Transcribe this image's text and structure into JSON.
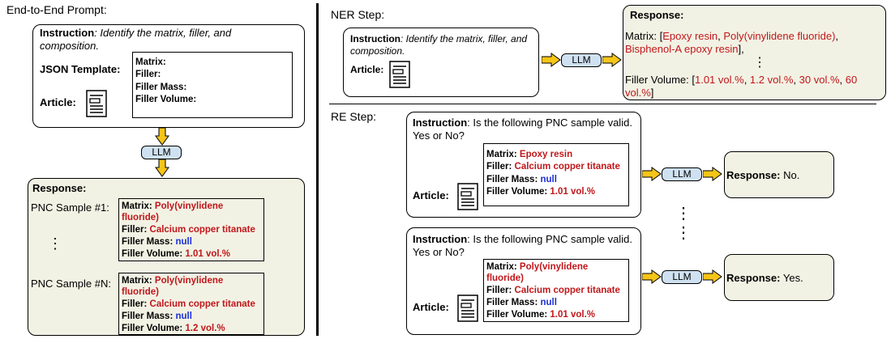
{
  "left": {
    "title": "End-to-End Prompt:",
    "instruction_label": "Instruction",
    "instruction_text": ": Identify the matrix, filler, and composition.",
    "json_template_label": "JSON Template:",
    "article_label": "Article:",
    "template_fields": [
      "Matrix:",
      "Filler:",
      "Filler Mass:",
      "Filler Volume:"
    ],
    "llm": "LLM",
    "response_label": "Response:",
    "samples": [
      {
        "label": "PNC Sample #1:",
        "matrix_key": "Matrix:",
        "matrix": "Poly(vinylidene fluoride)",
        "filler_key": "Filler:",
        "filler": "Calcium copper titanate",
        "mass_key": "Filler Mass:",
        "mass": "null",
        "volume_key": "Filler Volume:",
        "volume": "1.01 vol.%"
      },
      {
        "label": "PNC Sample #N:",
        "matrix_key": "Matrix:",
        "matrix": "Poly(vinylidene fluoride)",
        "filler_key": "Filler:",
        "filler": "Calcium copper titanate",
        "mass_key": "Filler Mass:",
        "mass": "null",
        "volume_key": "Filler Volume:",
        "volume": "1.2 vol.%"
      }
    ],
    "ellipsis": "⋮"
  },
  "ner": {
    "title": "NER Step:",
    "instruction_label": "Instruction",
    "instruction_text": ": Identify the matrix, filler, and composition.",
    "article_label": "Article:",
    "llm": "LLM",
    "response_label": "Response:",
    "matrix_key": "Matrix: [",
    "matrix_values": [
      "Epoxy resin",
      "Poly(vinylidene fluoride)",
      "Bisphenol-A epoxy resin"
    ],
    "matrix_close": "],",
    "ellipsis": "⋮",
    "volume_key": "Filler Volume: [",
    "volume_values": [
      "1.01 vol.%",
      "1.2 vol.%",
      "30 vol.%",
      "60 vol.%"
    ],
    "volume_close": "]"
  },
  "re": {
    "title": "RE Step:",
    "instruction_label": "Instruction",
    "instruction_text": ": Is the following PNC sample valid. Yes or No?",
    "article_label": "Article:",
    "llm": "LLM",
    "response_label": "Response:",
    "samples": [
      {
        "matrix_key": "Matrix:",
        "matrix": "Epoxy resin",
        "filler_key": "Filler:",
        "filler": "Calcium copper titanate",
        "mass_key": "Filler Mass:",
        "mass": "null",
        "volume_key": "Filler Volume:",
        "volume": "1.01 vol.%",
        "answer": "No."
      },
      {
        "matrix_key": "Matrix:",
        "matrix": "Poly(vinylidene fluoride)",
        "filler_key": "Filler:",
        "filler": "Calcium copper titanate",
        "mass_key": "Filler Mass:",
        "mass": "null",
        "volume_key": "Filler Volume:",
        "volume": "1.01 vol.%",
        "answer": "Yes."
      }
    ],
    "vertical_ellipsis": "⋮"
  },
  "colors": {
    "value_red": "#c0171b",
    "null_blue": "#1c2fd6",
    "response_bg": "#f2f2e4",
    "llm_bg": "#cfe1f1",
    "arrow_fill": "#f5c518"
  }
}
